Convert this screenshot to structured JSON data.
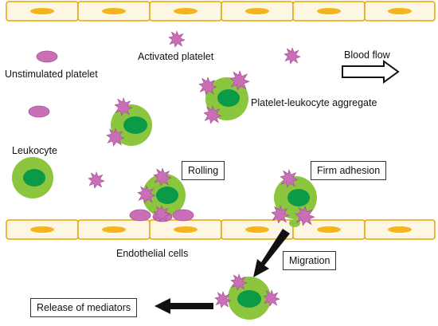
{
  "labels": {
    "activated_platelet": "Activated platelet",
    "unstimulated_platelet": "Unstimulated platelet",
    "blood_flow": "Blood flow",
    "aggregate": "Platelet-leukocyte aggregate",
    "leukocyte": "Leukocyte",
    "rolling": "Rolling",
    "firm_adhesion": "Firm adhesion",
    "endothelial_cells": "Endothelial cells",
    "migration": "Migration",
    "release": "Release of mediators"
  },
  "colors": {
    "endothelium_fill": "#fdf6e3",
    "endothelium_stroke": "#e6a400",
    "nucleus_endo": "#f2b61c",
    "leukocyte_outer": "#8cc63f",
    "leukocyte_nucleus": "#0a9a48",
    "platelet": "#c86fb6",
    "arrow": "#111111"
  }
}
